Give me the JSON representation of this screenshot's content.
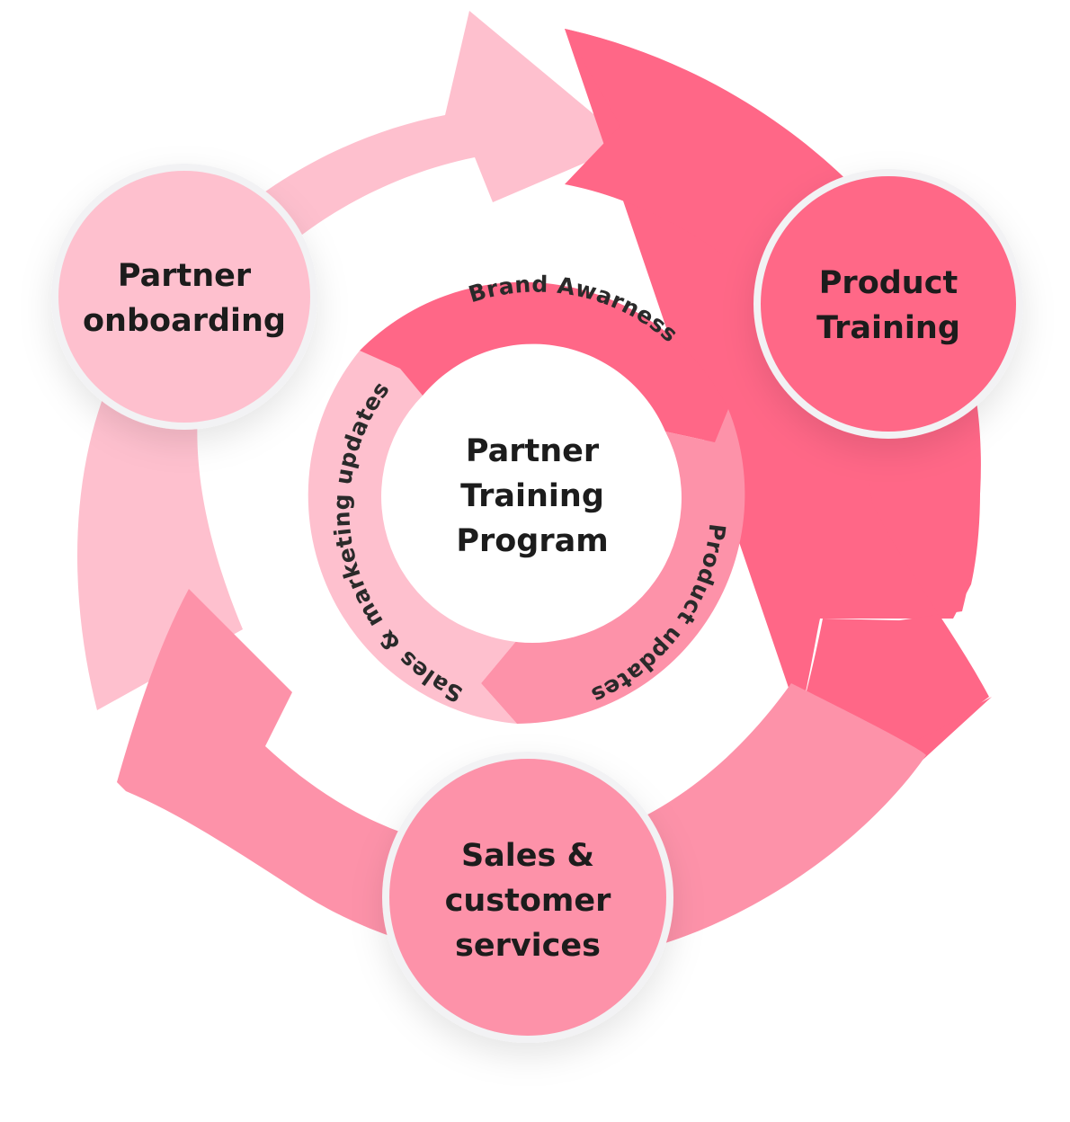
{
  "colors": {
    "light_pink": "#fec0ce",
    "dark_pink": "#ff6787",
    "mid_pink": "#fd92a9",
    "inner_light": "#fec0ce",
    "inner_dark": "#ff6787",
    "inner_mid": "#fd92a9",
    "text": "#1c1c1c"
  },
  "center": {
    "line1": "Partner",
    "line2": "Training",
    "line3": "Program"
  },
  "nodes": {
    "partner_onboarding": {
      "line1": "Partner",
      "line2": "onboarding"
    },
    "product_training": {
      "line1": "Product",
      "line2": "Training"
    },
    "sales_customer": {
      "line1": "Sales &",
      "line2": "customer",
      "line3": "services"
    }
  },
  "ring_labels": {
    "brand_awareness": "Brand Awarness",
    "product_updates": "Product updates",
    "sales_marketing": "Sales & marketing updates"
  }
}
